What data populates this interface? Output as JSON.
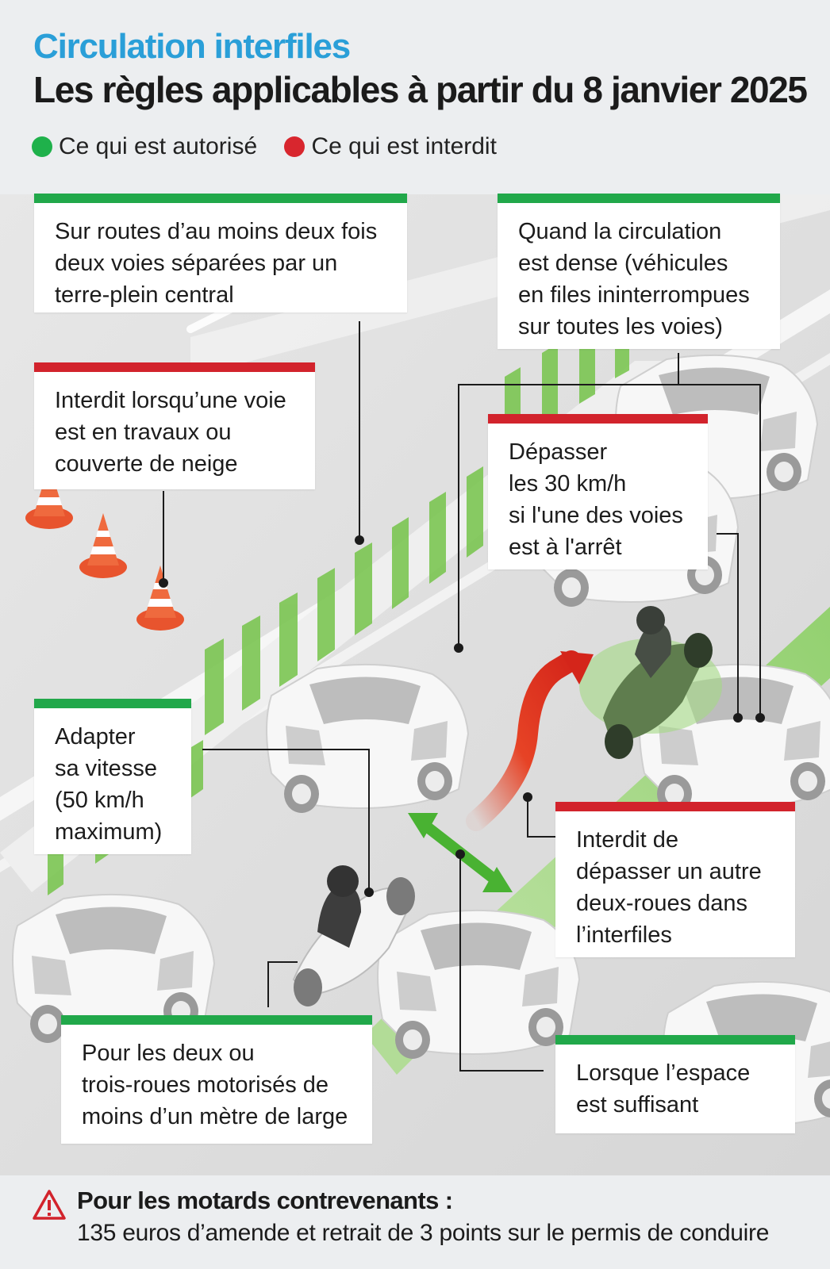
{
  "header": {
    "title": "Circulation interfiles",
    "subtitle": "Les règles applicables à partir du 8 janvier 2025"
  },
  "legend": {
    "allowed": "Ce qui est autorisé",
    "forbidden": "Ce qui est interdit"
  },
  "callouts": {
    "routes": "Sur routes d’au moins deux fois\ndeux voies séparées par un\nterre-plein central",
    "dense": "Quand la circulation\nest dense (véhicules\nen files ininterrompues\nsur toutes les voies)",
    "travaux": "Interdit lorsqu’une voie\nest en travaux ou\ncouverte de neige",
    "depasser30": "Dépasser\nles 30 km/h\nsi l'une des voies\nest à l'arrêt",
    "vitesse": "Adapter\nsa vitesse\n(50 km/h\nmaximum)",
    "deuxroues": "Interdit de\ndépasser un autre\ndeux-roues dans\nl’interfiles",
    "largeur": "Pour les deux ou\ntrois-roues motorisés de\nmoins d’un mètre de large",
    "espace": "Lorsque l’espace\nest suffisant"
  },
  "footer": {
    "title": "Pour les motards contrevenants :",
    "text": "135 euros d’amende et retrait de 3 points sur le permis de conduire"
  },
  "colors": {
    "accent_blue": "#2a9fd8",
    "allowed_green": "#21a84a",
    "forbidden_red": "#d2232c"
  },
  "icons": [
    "warning-triangle-icon",
    "traffic-cone-icon",
    "car-icon",
    "motorcycle-icon",
    "double-arrow-icon",
    "curved-arrow-icon"
  ]
}
